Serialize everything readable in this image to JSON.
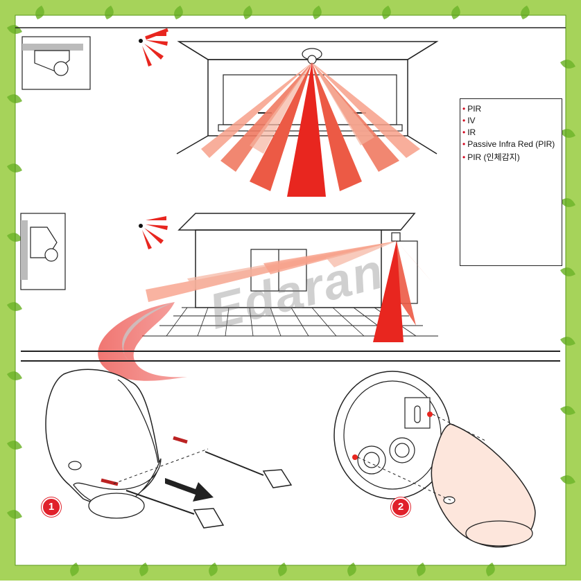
{
  "legend": {
    "items": [
      "PIR",
      "IV",
      "IR",
      "Passive Infra Red (PIR)",
      "PIR (인체감지)"
    ]
  },
  "steps": {
    "step1": "1",
    "step2": "2"
  },
  "watermark": {
    "text": "Edaran"
  },
  "colors": {
    "frame_leaf": "#8cc63f",
    "frame_leaf_dark": "#5a9a1a",
    "beam_red": "#e8261f",
    "beam_light": "#f7a08a",
    "badge_red": "#e0202a"
  },
  "icons": [
    "leaf-border",
    "motion-sensor-icon",
    "ceiling-mount-icon",
    "wall-mount-icon",
    "heater-icon",
    "no-symbol-icon",
    "screw-icon",
    "screwdriver-icon",
    "arrow-icon"
  ]
}
